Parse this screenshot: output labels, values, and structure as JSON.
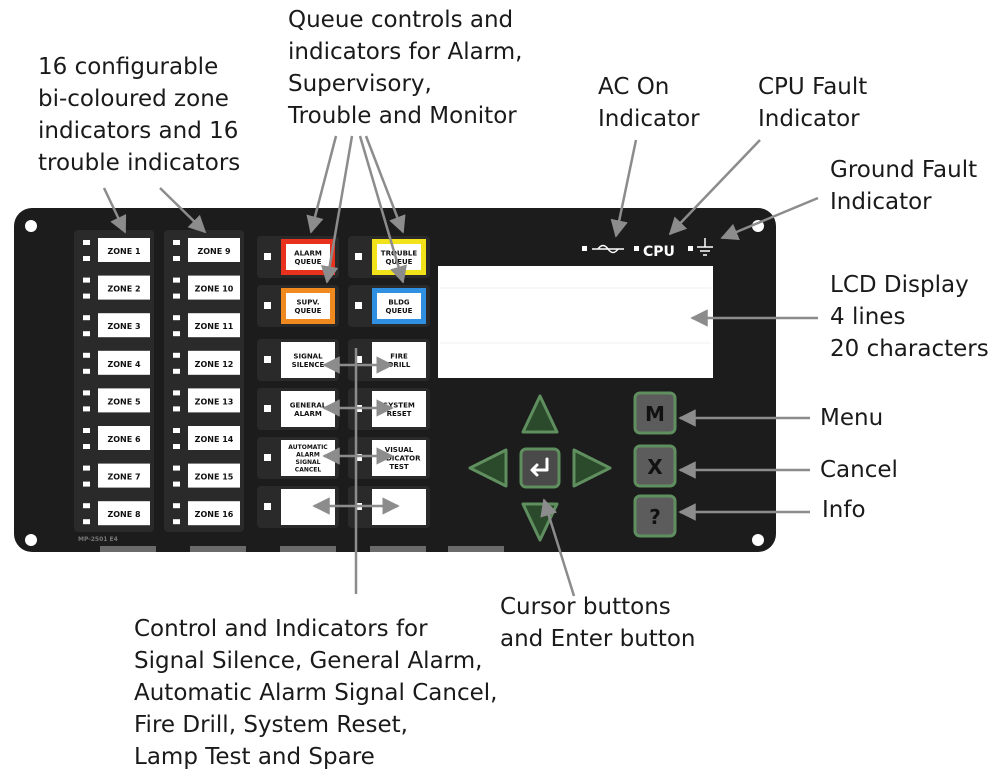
{
  "callouts": {
    "zones": [
      "16 configurable",
      "bi-coloured zone",
      "indicators and 16",
      "trouble indicators"
    ],
    "queues": [
      "Queue controls and",
      "indicators for Alarm,",
      "Supervisory,",
      "Trouble and Monitor"
    ],
    "ac_on": [
      "AC On",
      "Indicator"
    ],
    "cpu_fault": [
      "CPU Fault",
      "Indicator"
    ],
    "ground_fault": [
      "Ground Fault",
      "Indicator"
    ],
    "lcd": [
      "LCD Display",
      "4 lines",
      "20 characters"
    ],
    "menu": "Menu",
    "cancel": "Cancel",
    "info": "Info",
    "cursor": [
      "Cursor buttons",
      "and Enter button"
    ],
    "controls": [
      "Control and Indicators for",
      "Signal Silence, General Alarm,",
      "Automatic Alarm Signal Cancel,",
      "Fire Drill, System Reset,",
      "Lamp Test and Spare"
    ]
  },
  "panel": {
    "zones_left": [
      "ZONE 1",
      "ZONE 2",
      "ZONE 3",
      "ZONE 4",
      "ZONE 5",
      "ZONE 6",
      "ZONE 7",
      "ZONE 8"
    ],
    "zones_right": [
      "ZONE 9",
      "ZONE 10",
      "ZONE 11",
      "ZONE 12",
      "ZONE 13",
      "ZONE 14",
      "ZONE 15",
      "ZONE 16"
    ],
    "alarm_queue": [
      "ALARM",
      "QUEUE"
    ],
    "trouble_queue": [
      "TROUBLE",
      "QUEUE"
    ],
    "supv_queue": [
      "SUPV.",
      "QUEUE"
    ],
    "bldg_queue": [
      "BLDG",
      "QUEUE"
    ],
    "signal_silence": [
      "SIGNAL",
      "SILENCE"
    ],
    "fire_drill": [
      "FIRE",
      "DRILL"
    ],
    "general_alarm": [
      "GENERAL",
      "ALARM"
    ],
    "system_reset": [
      "SYSTEM",
      "RESET"
    ],
    "auto_cancel": [
      "AUTOMATIC",
      "ALARM",
      "SIGNAL",
      "CANCEL"
    ],
    "visual_test": [
      "VISUAL",
      "INDICATOR",
      "TEST"
    ],
    "cpu_label": "CPU",
    "menu_key": "M",
    "cancel_key": "X",
    "info_key": "?",
    "model_text": "MP-2501 E4"
  },
  "colors": {
    "panel": "#1c1c1c",
    "alarm": "#e8321e",
    "trouble": "#f2e21a",
    "supv": "#f08a1e",
    "bldg": "#2f8fe0",
    "arrow_key": "#3b6b3b",
    "callout_line": "#8c8c8c"
  }
}
